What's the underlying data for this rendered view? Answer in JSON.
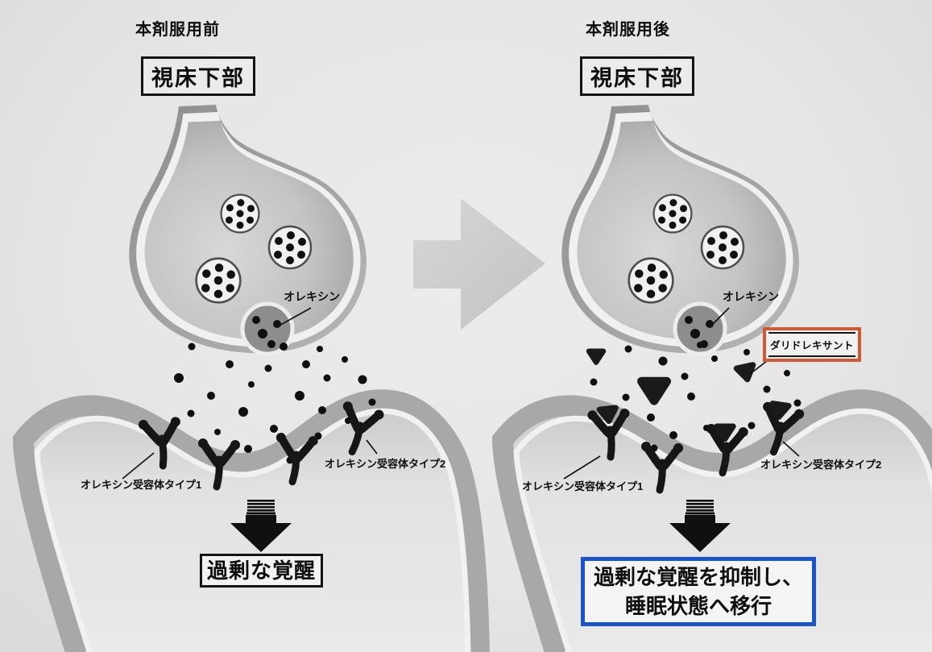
{
  "figure": {
    "before": {
      "title": "本剤服用前",
      "brain_region": "視床下部",
      "orexin": "オレキシン",
      "receptor_type1": "オレキシン受容体タイプ1",
      "receptor_type2": "オレキシン受容体タイプ2",
      "outcome": "過剰な覚醒"
    },
    "after": {
      "title": "本剤服用後",
      "brain_region": "視床下部",
      "orexin": "オレキシン",
      "drug": "ダリドレキサント",
      "receptor_type1": "オレキシン受容体タイプ1",
      "receptor_type2": "オレキシン受容体タイプ2",
      "outcome_line1": "過剰な覚醒を抑制し、",
      "outcome_line2": "睡眠状態へ移行"
    },
    "colors": {
      "drug_box_border": "#cf5a33",
      "outcome_after_border": "#1a53cd",
      "background": "#e7e7e7"
    }
  }
}
